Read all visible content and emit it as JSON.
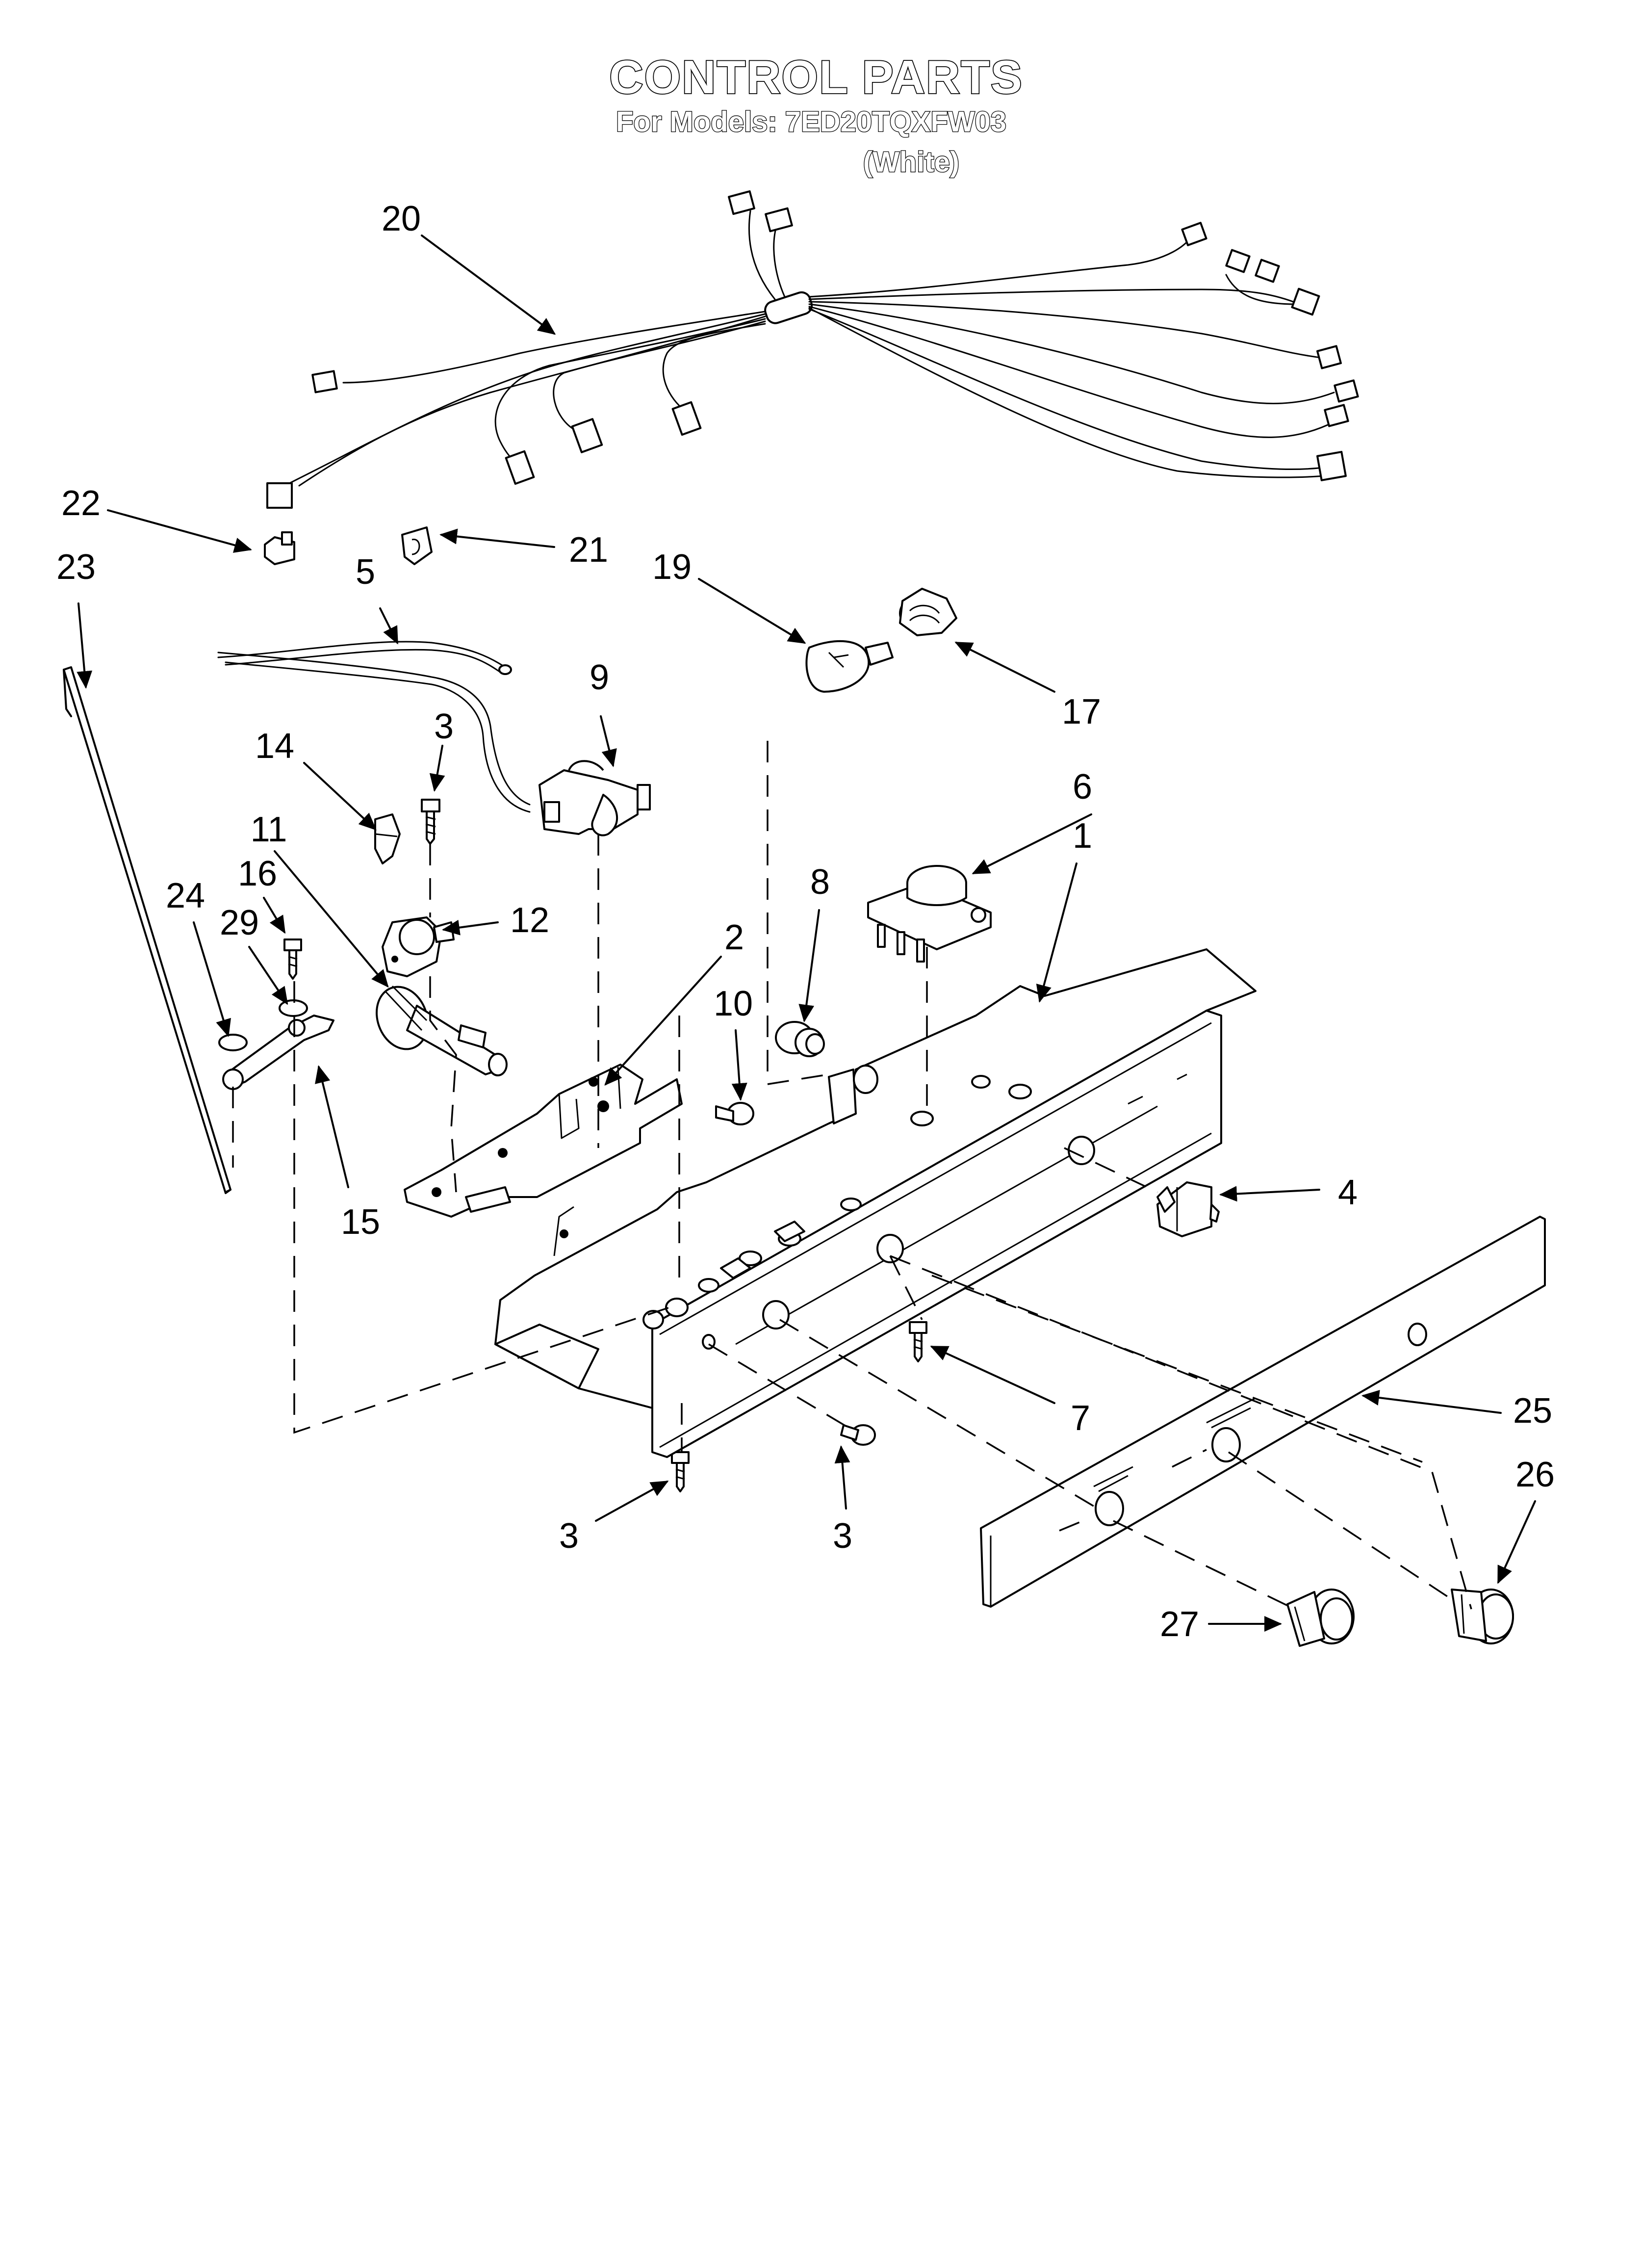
{
  "title": "CONTROL PARTS",
  "models_line": "For Models: 7ED20TQXFW03",
  "color_note": "(White)",
  "callouts": [
    {
      "id": "c20",
      "label": "20"
    },
    {
      "id": "c22",
      "label": "22"
    },
    {
      "id": "c21",
      "label": "21"
    },
    {
      "id": "c23",
      "label": "23"
    },
    {
      "id": "c5",
      "label": "5"
    },
    {
      "id": "c19",
      "label": "19"
    },
    {
      "id": "c17",
      "label": "17"
    },
    {
      "id": "c9",
      "label": "9"
    },
    {
      "id": "c3a",
      "label": "3"
    },
    {
      "id": "c14",
      "label": "14"
    },
    {
      "id": "c11",
      "label": "11"
    },
    {
      "id": "c12",
      "label": "12"
    },
    {
      "id": "c6",
      "label": "6"
    },
    {
      "id": "c1",
      "label": "1"
    },
    {
      "id": "c8",
      "label": "8"
    },
    {
      "id": "c24",
      "label": "24"
    },
    {
      "id": "c16",
      "label": "16"
    },
    {
      "id": "c29",
      "label": "29"
    },
    {
      "id": "c2",
      "label": "2"
    },
    {
      "id": "c10",
      "label": "10"
    },
    {
      "id": "c15",
      "label": "15"
    },
    {
      "id": "c4",
      "label": "4"
    },
    {
      "id": "c7",
      "label": "7"
    },
    {
      "id": "c25",
      "label": "25"
    },
    {
      "id": "c26",
      "label": "26"
    },
    {
      "id": "c3b",
      "label": "3"
    },
    {
      "id": "c3c",
      "label": "3"
    },
    {
      "id": "c27",
      "label": "27"
    }
  ]
}
